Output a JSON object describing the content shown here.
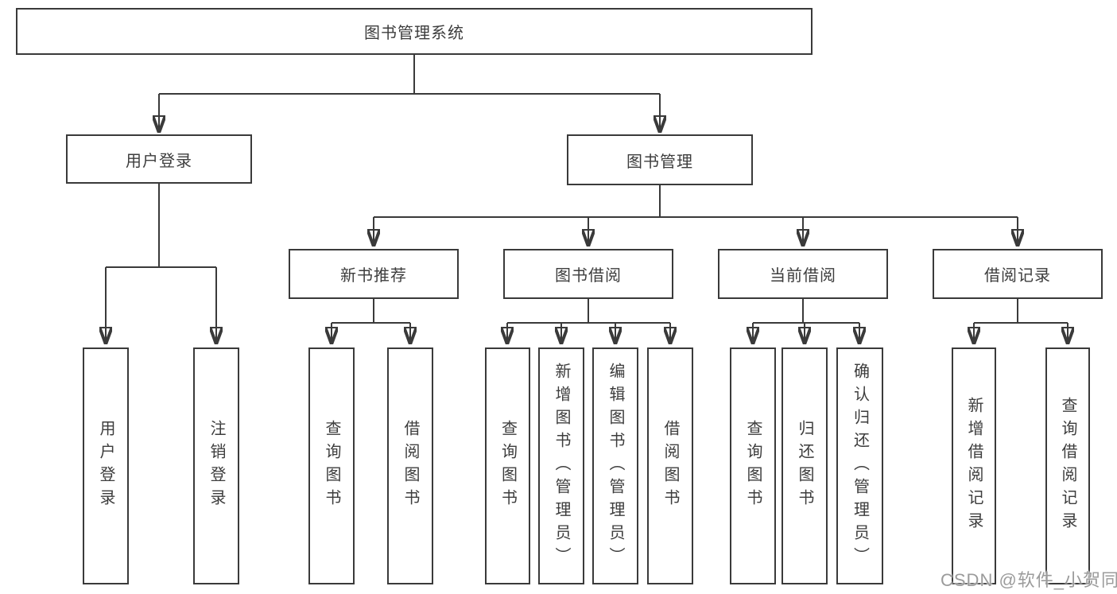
{
  "tree": {
    "root": "图书管理系统",
    "branches": [
      {
        "label": "用户登录",
        "children": [
          "用户登录",
          "注销登录"
        ]
      },
      {
        "label": "图书管理",
        "groups": [
          {
            "label": "新书推荐",
            "children": [
              "查询图书",
              "借阅图书"
            ]
          },
          {
            "label": "图书借阅",
            "children": [
              "查询图书",
              "新增图书（管理员）",
              "编辑图书（管理员）",
              "借阅图书"
            ]
          },
          {
            "label": "当前借阅",
            "children": [
              "查询图书",
              "归还图书",
              "确认归还（管理员）"
            ]
          },
          {
            "label": "借阅记录",
            "children": [
              "新增借阅记录",
              "查询借阅记录"
            ]
          }
        ]
      }
    ]
  },
  "watermark": "CSDN @软件_小贺同学",
  "colors": {
    "line": "#3a3a3a",
    "text": "#3d3d3d",
    "background": "#ffffff",
    "watermark": "#9b9b9b"
  }
}
